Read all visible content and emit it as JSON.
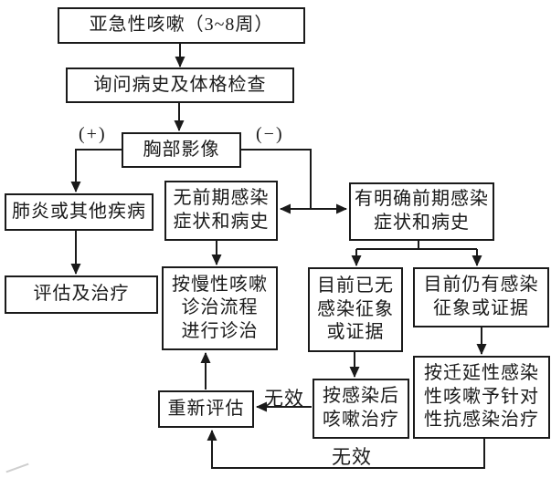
{
  "flowchart": {
    "nodes": {
      "subacute_cough": "亚急性咳嗽（3~8周）",
      "history_exam": "询问病史及体格检查",
      "chest_imaging": "胸部影像",
      "pneumonia_other": "肺炎或其他疾病",
      "assess_treat": "评估及治疗",
      "no_prior_infection": "无前期感染\n症状和病史",
      "clear_prior_infection": "有明确前期感染\n症状和病史",
      "chronic_cough_protocol": "按慢性咳嗽\n诊治流程\n进行诊治",
      "no_current_infection": "目前已无\n感染征象\n或证据",
      "current_infection": "目前仍有感染\n征象或证据",
      "persistent_infection_treatment": "按迁延性感染\n性咳嗽予针对\n性抗感染治疗",
      "reassess": "重新评估",
      "post_infection_treatment": "按感染后\n咳嗽治疗"
    },
    "edge_labels": {
      "positive": "(+)",
      "negative": "(−)",
      "ineffective_mid": "无效",
      "ineffective_bottom": "无效"
    },
    "colors": {
      "line": "#1a1a1a",
      "background": "#ffffff"
    }
  }
}
